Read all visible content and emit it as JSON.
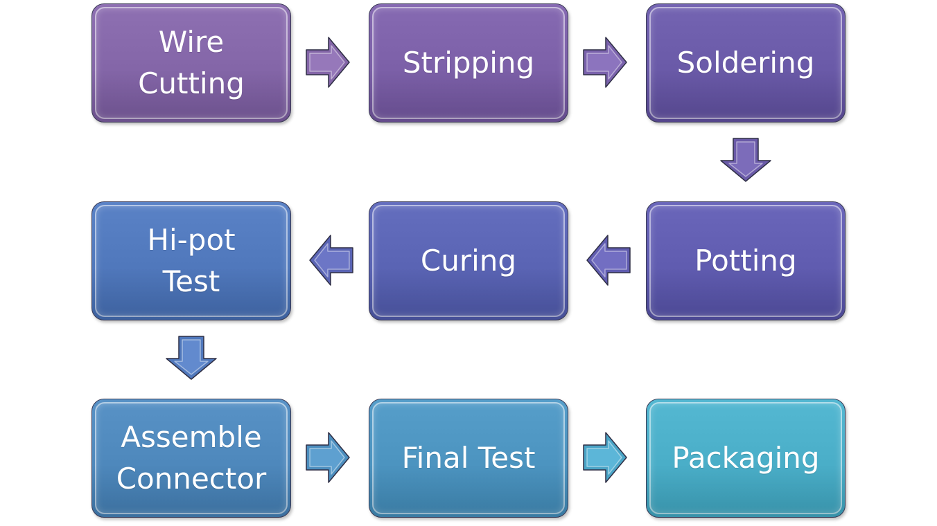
{
  "diagram": {
    "steps": [
      {
        "label": "Wire\nCutting",
        "color": "#8466a8"
      },
      {
        "label": "Stripping",
        "color": "#7c60a8"
      },
      {
        "label": "Soldering",
        "color": "#6a5aa8"
      },
      {
        "label": "Potting",
        "color": "#605cb0"
      },
      {
        "label": "Curing",
        "color": "#5a64b4"
      },
      {
        "label": "Hi-pot\nTest",
        "color": "#5078bc"
      },
      {
        "label": "Assemble\nConnector",
        "color": "#4e88bc"
      },
      {
        "label": "Final Test",
        "color": "#4c94c0"
      },
      {
        "label": "Packaging",
        "color": "#4aaec8"
      }
    ],
    "connectors": [
      {
        "from": "Wire Cutting",
        "to": "Stripping",
        "direction": "right",
        "color": "#8466a8"
      },
      {
        "from": "Stripping",
        "to": "Soldering",
        "direction": "right",
        "color": "#7a62ac"
      },
      {
        "from": "Soldering",
        "to": "Potting",
        "direction": "down",
        "color": "#6a5aa8"
      },
      {
        "from": "Potting",
        "to": "Curing",
        "direction": "left",
        "color": "#605cb0"
      },
      {
        "from": "Curing",
        "to": "Hi-pot Test",
        "direction": "left",
        "color": "#5a64b4"
      },
      {
        "from": "Hi-pot Test",
        "to": "Assemble Connector",
        "direction": "down",
        "color": "#5078bc"
      },
      {
        "from": "Assemble Connector",
        "to": "Final Test",
        "direction": "right",
        "color": "#4c8ebe"
      },
      {
        "from": "Final Test",
        "to": "Packaging",
        "direction": "right",
        "color": "#4aa4c6"
      }
    ]
  }
}
